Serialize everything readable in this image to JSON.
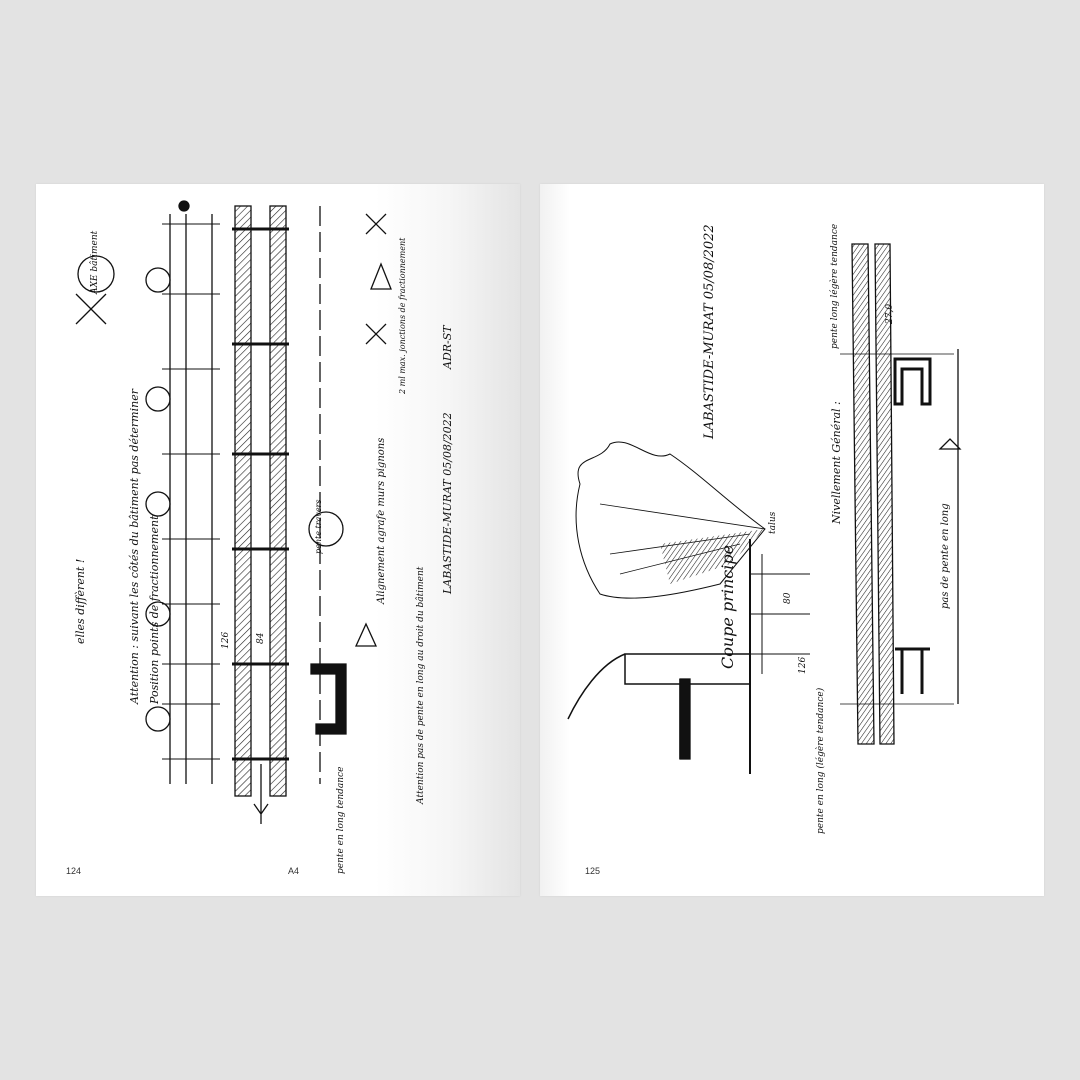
{
  "spread": {
    "left_page": {
      "page_number": "124",
      "running_label": "A4",
      "handwriting": {
        "note_main": "Attention : suivant les côtés du bâtiment pas déterminer",
        "note_positions": "Position points de fractionnement",
        "note_differ": "elles diffèrent !",
        "axis_label": "AXE bâtiment",
        "place_date": "LABASTIDE-MURAT 05/08/2022",
        "ref": "ADR-ST",
        "alignment": "Alignement agrafe murs pignons",
        "warning_slope": "Attention pas de pente en long au droit du bâtiment",
        "slope_long": "pente en long tendance",
        "slope_cross": "pente travers",
        "joints": "2 ml max. jonctions de fractionnement",
        "dim_a": "126",
        "dim_b": "84"
      }
    },
    "right_page": {
      "page_number": "125",
      "handwriting": {
        "place_date": "LABASTIDE-MURAT 05/08/2022",
        "section": "Coupe principe",
        "embankment": "talus",
        "levelling": "Nivellement Général :",
        "slope_left": "pente en long (légère tendance)",
        "slope_right": "pente long légère tendance",
        "no_slope": "pas de pente en long",
        "dim_a": "80",
        "dim_b": "126",
        "dim_c": "27,0"
      }
    }
  }
}
